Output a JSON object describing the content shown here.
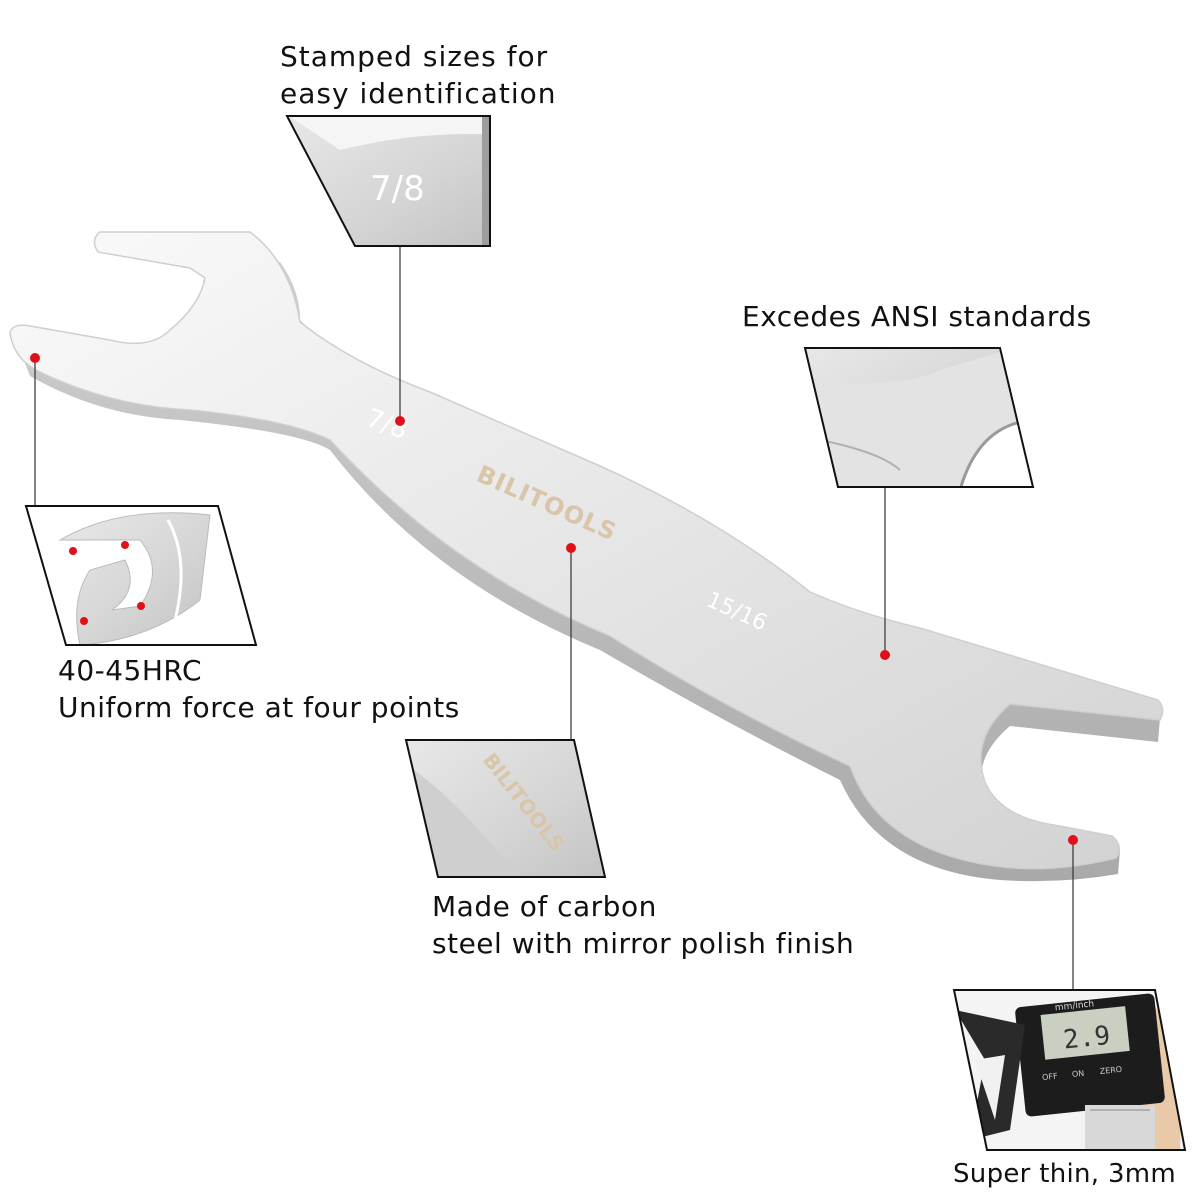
{
  "wrench": {
    "brand": "BILITOOLS",
    "size_small": "7/8",
    "size_large": "15/16"
  },
  "callouts": {
    "stamped": {
      "lines": [
        "Stamped sizes for",
        "easy identification"
      ],
      "inset_text": "7/8"
    },
    "ansi": {
      "lines": [
        "Excedes ANSI standards"
      ]
    },
    "hardness": {
      "lines": [
        "40-45HRC",
        "Uniform force at four points"
      ]
    },
    "material": {
      "lines": [
        "Made of carbon",
        "steel with mirror polish finish"
      ],
      "inset_text": "BILITOOLS"
    },
    "thin": {
      "lines": [
        "Super thin, 3mm"
      ],
      "caliper_reading": "2.9",
      "caliper_units": "mm/inch",
      "caliper_buttons": [
        "OFF",
        "ON",
        "ZERO"
      ]
    }
  },
  "colors": {
    "marker": "#e0101b",
    "steel_light": "#f2f2f2",
    "steel_mid": "#d9d9d9",
    "steel_dark": "#b8b8b8",
    "brand_text": "#d9c5a8",
    "frame": "#111111"
  }
}
